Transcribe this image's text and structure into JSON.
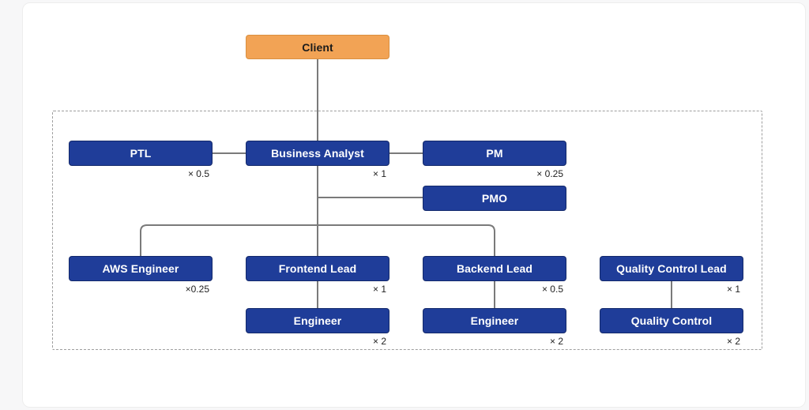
{
  "diagram": {
    "title_node": {
      "label": "Client"
    },
    "nodes": {
      "ptl": {
        "label": "PTL",
        "multiplier": "× 0.5"
      },
      "business_analyst": {
        "label": "Business Analyst",
        "multiplier": "× 1"
      },
      "pm": {
        "label": "PM",
        "multiplier": "× 0.25"
      },
      "pmo": {
        "label": "PMO"
      },
      "aws_engineer": {
        "label": "AWS Engineer",
        "multiplier": "×0.25"
      },
      "frontend_lead": {
        "label": "Frontend Lead",
        "multiplier": "× 1"
      },
      "backend_lead": {
        "label": "Backend Lead",
        "multiplier": "× 0.5"
      },
      "qc_lead": {
        "label": "Quality Control Lead",
        "multiplier": "× 1"
      },
      "frontend_engineer": {
        "label": "Engineer",
        "multiplier": "× 2"
      },
      "backend_engineer": {
        "label": "Engineer",
        "multiplier": "× 2"
      },
      "quality_control": {
        "label": "Quality Control",
        "multiplier": "× 2"
      }
    },
    "colors": {
      "node": "#1f3d99",
      "client": "#f2a355",
      "line": "#7a7a7a"
    }
  }
}
